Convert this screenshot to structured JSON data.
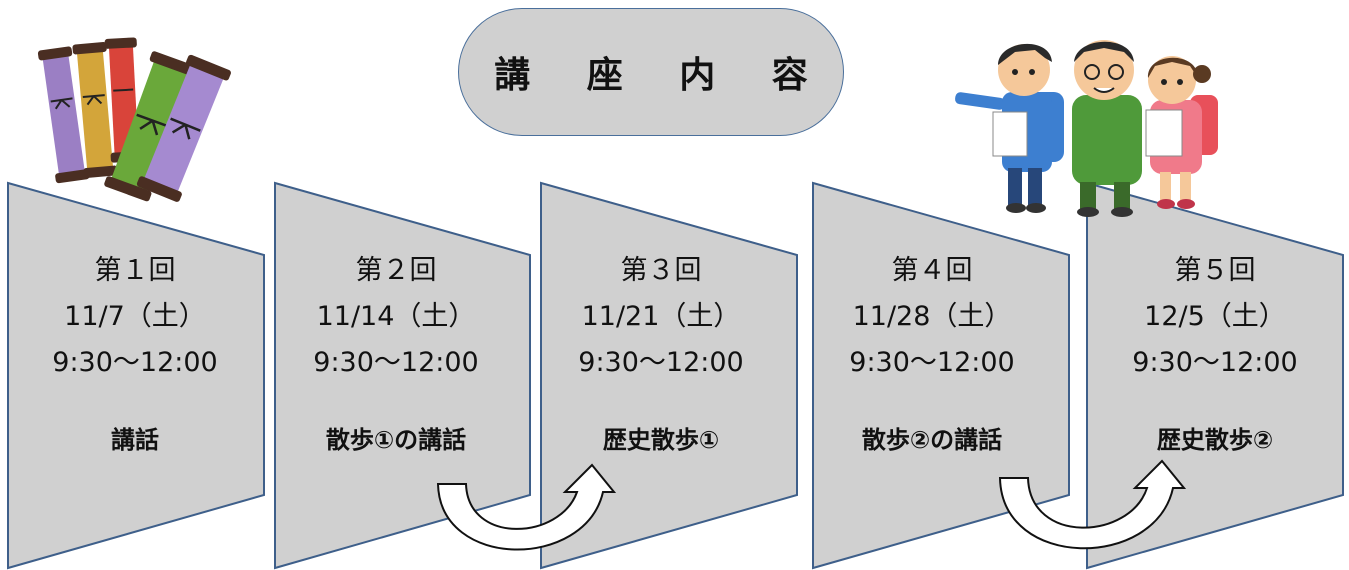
{
  "title": "講 座 内 容",
  "sessions": [
    {
      "number": "第１回",
      "date": "11/7（土）",
      "time": "9:30～12:00",
      "topic": "講話"
    },
    {
      "number": "第２回",
      "date": "11/14（土）",
      "time": "9:30～12:00",
      "topic": "散歩①の講話"
    },
    {
      "number": "第３回",
      "date": "11/21（土）",
      "time": "9:30～12:00",
      "topic": "歴史散歩①"
    },
    {
      "number": "第４回",
      "date": "11/28（土）",
      "time": "9:30～12:00",
      "topic": "散歩②の講話"
    },
    {
      "number": "第５回",
      "date": "12/5（土）",
      "time": "9:30～12:00",
      "topic": "歴史散歩②"
    }
  ],
  "colors": {
    "card_fill": "#d0d0d0",
    "card_border": "#3e5f8a",
    "title_fill": "#d0d0d0",
    "title_border": "#4a6f9b"
  },
  "icons": [
    "scrolls-icon",
    "hikers-icon",
    "curved-arrow-icon"
  ]
}
